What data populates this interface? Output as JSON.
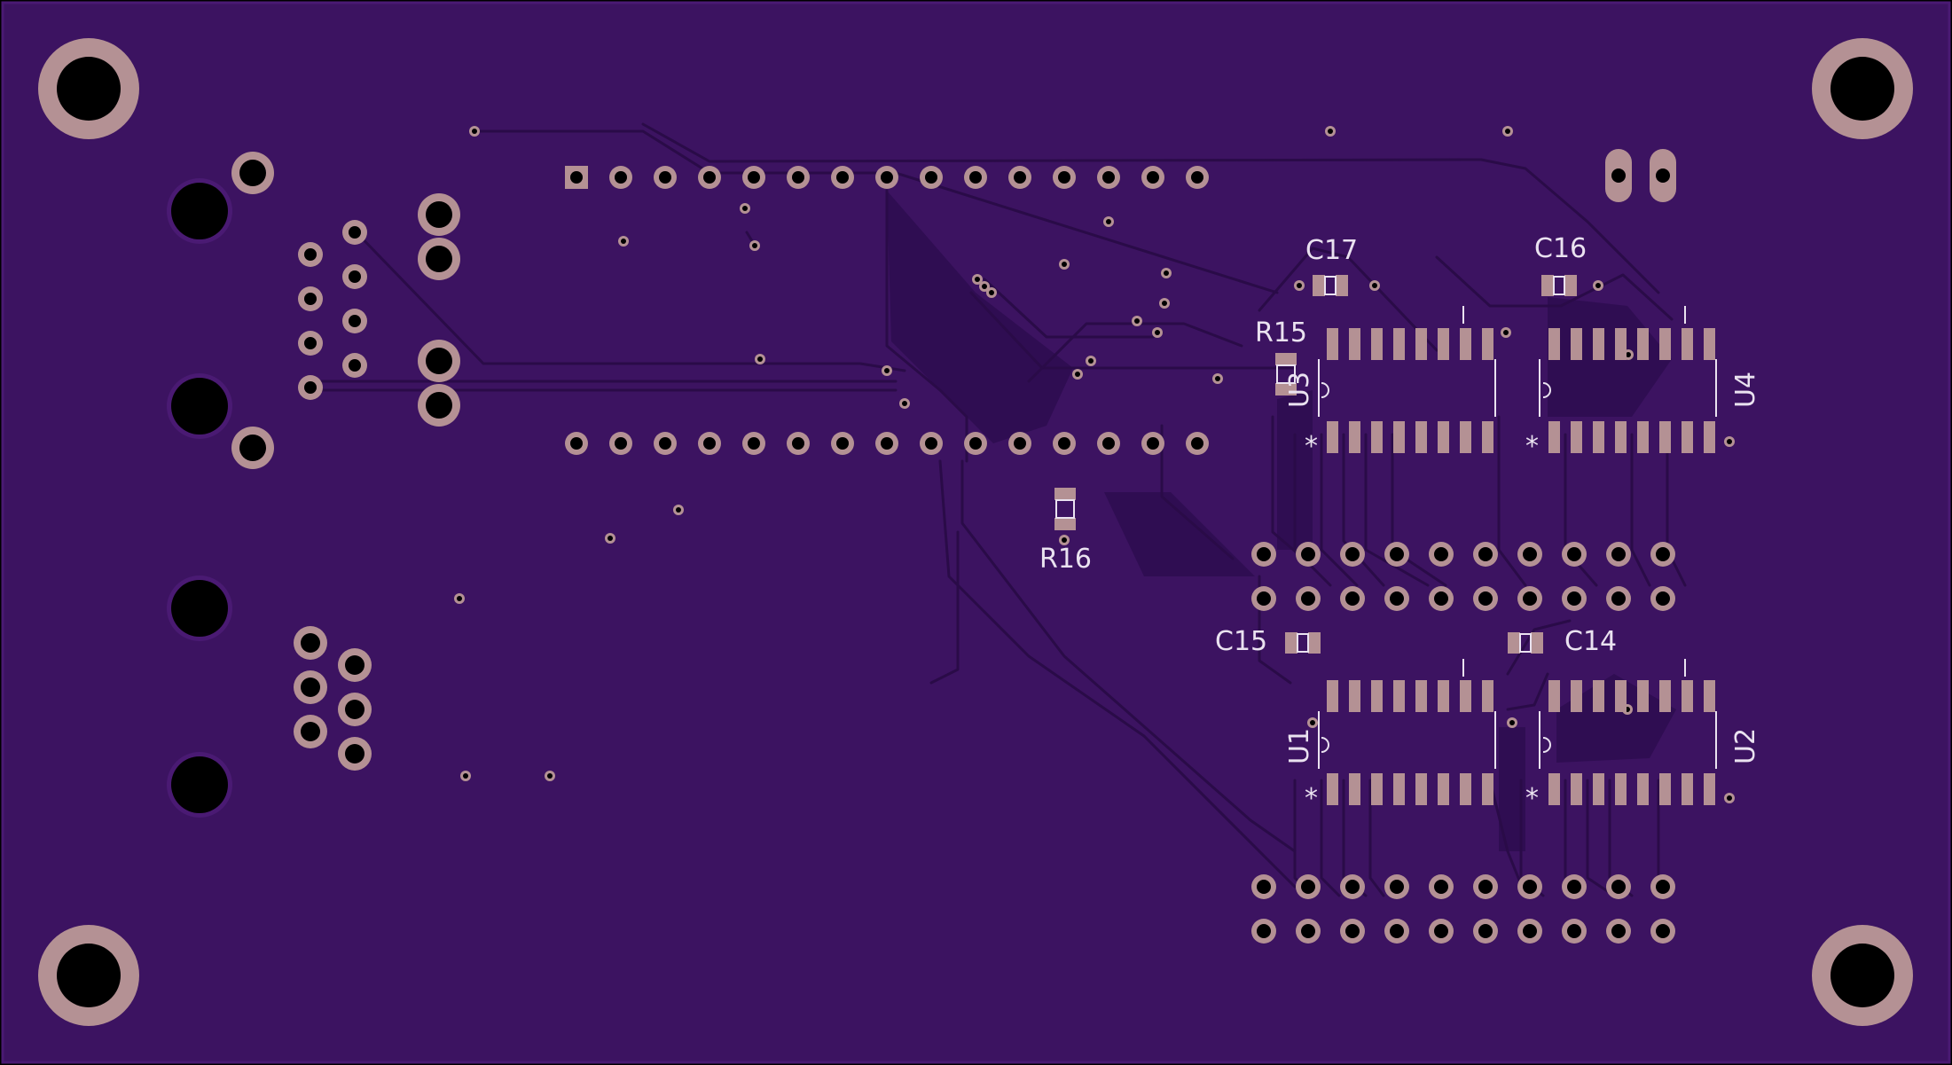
{
  "colors": {
    "background": "#000000",
    "board": "#3c1361",
    "board_edge": "#4a1a73",
    "copper_pour": "#2f0d52",
    "trace": "#2a0b48",
    "pad": "#b49194",
    "drill": "#000000",
    "silkscreen": "#eae2f0"
  },
  "labels": {
    "c17": "C17",
    "c16": "C16",
    "c15": "C15",
    "c14": "C14",
    "r15": "R15",
    "r16": "R16",
    "u1": "U1",
    "u2": "U2",
    "u3": "U3",
    "u4": "U4"
  },
  "pin1_marker": "*"
}
